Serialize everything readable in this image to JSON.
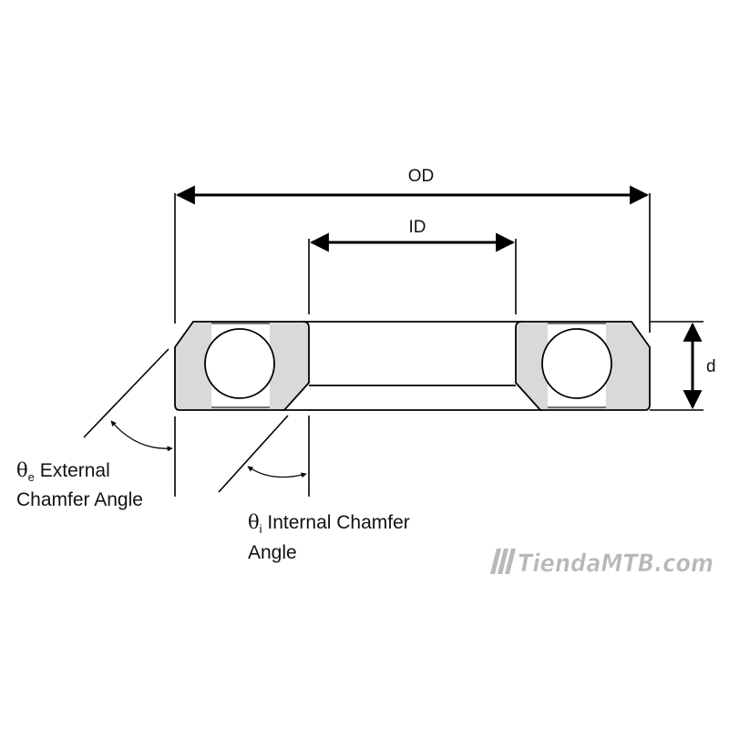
{
  "labels": {
    "od": "OD",
    "id": "ID",
    "d": "d",
    "external_symbol": "θ",
    "external_subscript": "e",
    "external_line1": " External",
    "external_line2": "Chamfer Angle",
    "internal_symbol": "θ",
    "internal_subscript": "i",
    "internal_line1": " Internal Chamfer",
    "internal_line2": "Angle"
  },
  "watermark": {
    "text": "TiendaMTB.com",
    "color": "#b8b8b8"
  },
  "colors": {
    "line": "#000000",
    "race_fill": "#d9d9d9",
    "ball_fill": "#ffffff"
  }
}
